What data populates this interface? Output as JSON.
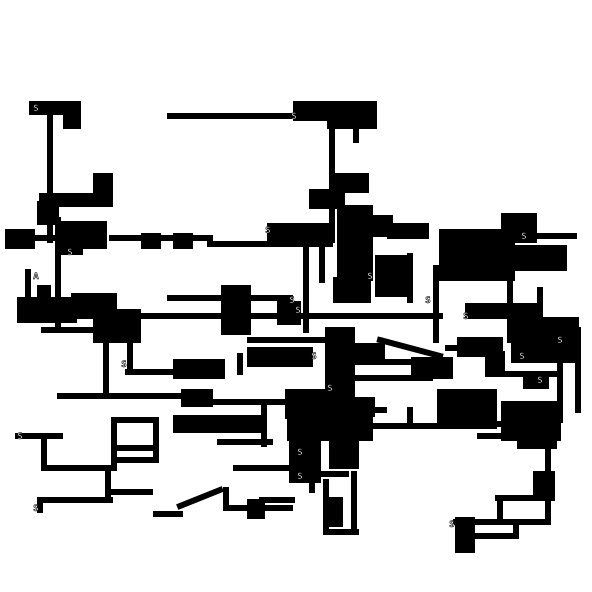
{
  "map": {
    "title": "",
    "colors": {
      "background": "#ffffff",
      "wall": "#000000",
      "label": "#ffffff"
    },
    "tile_legend": {
      "S": "start-marker",
      "x": "hazard-tile",
      "o": "item-tile",
      "#": "block"
    },
    "markers": [
      {
        "id": "m1",
        "glyph": "S"
      },
      {
        "id": "m2",
        "glyph": "S"
      },
      {
        "id": "m3",
        "glyph": "S"
      },
      {
        "id": "m4",
        "glyph": "S"
      },
      {
        "id": "m5",
        "glyph": "S"
      },
      {
        "id": "m6",
        "glyph": "S"
      },
      {
        "id": "m7",
        "glyph": "S"
      },
      {
        "id": "m8",
        "glyph": "S"
      },
      {
        "id": "m9",
        "glyph": "S"
      },
      {
        "id": "m10",
        "glyph": "S"
      },
      {
        "id": "m11",
        "glyph": "S"
      },
      {
        "id": "m12",
        "glyph": "S"
      },
      {
        "id": "m13",
        "glyph": "S"
      },
      {
        "id": "m14",
        "glyph": "S"
      },
      {
        "id": "m15",
        "glyph": "S"
      },
      {
        "id": "m16",
        "glyph": "S"
      },
      {
        "id": "m17",
        "glyph": "S"
      },
      {
        "id": "m18",
        "glyph": "S"
      },
      {
        "id": "m19",
        "glyph": "S"
      },
      {
        "id": "m20",
        "glyph": "S"
      },
      {
        "id": "m21",
        "glyph": "A"
      },
      {
        "id": "m22",
        "glyph": "S"
      }
    ]
  }
}
